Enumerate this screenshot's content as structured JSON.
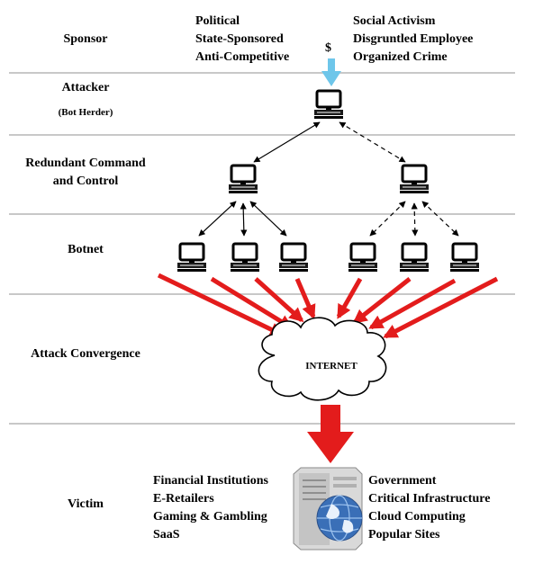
{
  "levels": {
    "sponsor": "Sponsor",
    "attacker": "Attacker",
    "attacker_sub": "(Bot Herder)",
    "command_line1": "Redundant Command",
    "command_line2": "and Control",
    "botnet": "Botnet",
    "convergence": "Attack Convergence",
    "victim": "Victim"
  },
  "sponsor_types_left": [
    "Political",
    "State-Sponsored",
    "Anti-Competitive"
  ],
  "sponsor_types_right": [
    "Social Activism",
    "Disgruntled Employee",
    "Organized Crime"
  ],
  "money_symbol": "$",
  "cloud_label": "INTERNET",
  "victims_left": [
    "Financial Institutions",
    "E-Retailers",
    "Gaming & Gambling",
    "SaaS"
  ],
  "victims_right": [
    "Government",
    "Critical Infrastructure",
    "Cloud Computing",
    "Popular Sites"
  ],
  "colors": {
    "divider": "#c8c8c8",
    "attack_arrow": "#e31c1c",
    "money_arrow": "#6ec6ea",
    "server": "#d9d9d9",
    "globe": "#3a6fb7"
  },
  "icons": [
    "computer-icon",
    "cloud-icon",
    "server-icon",
    "globe-icon",
    "money-arrow-icon"
  ]
}
